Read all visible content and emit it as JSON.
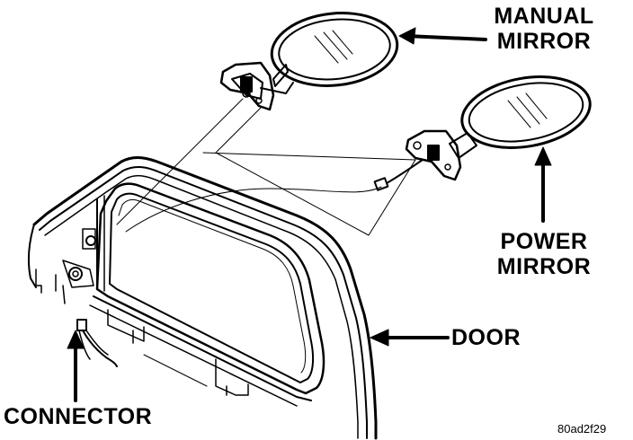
{
  "labels": {
    "manual_line1": "MANUAL",
    "manual_line2": "MIRROR",
    "power_line1": "POWER",
    "power_line2": "MIRROR",
    "door": "DOOR",
    "connector": "CONNECTOR"
  },
  "figure_code": "80ad2f29",
  "colors": {
    "ink": "#000000",
    "paper": "#ffffff"
  }
}
